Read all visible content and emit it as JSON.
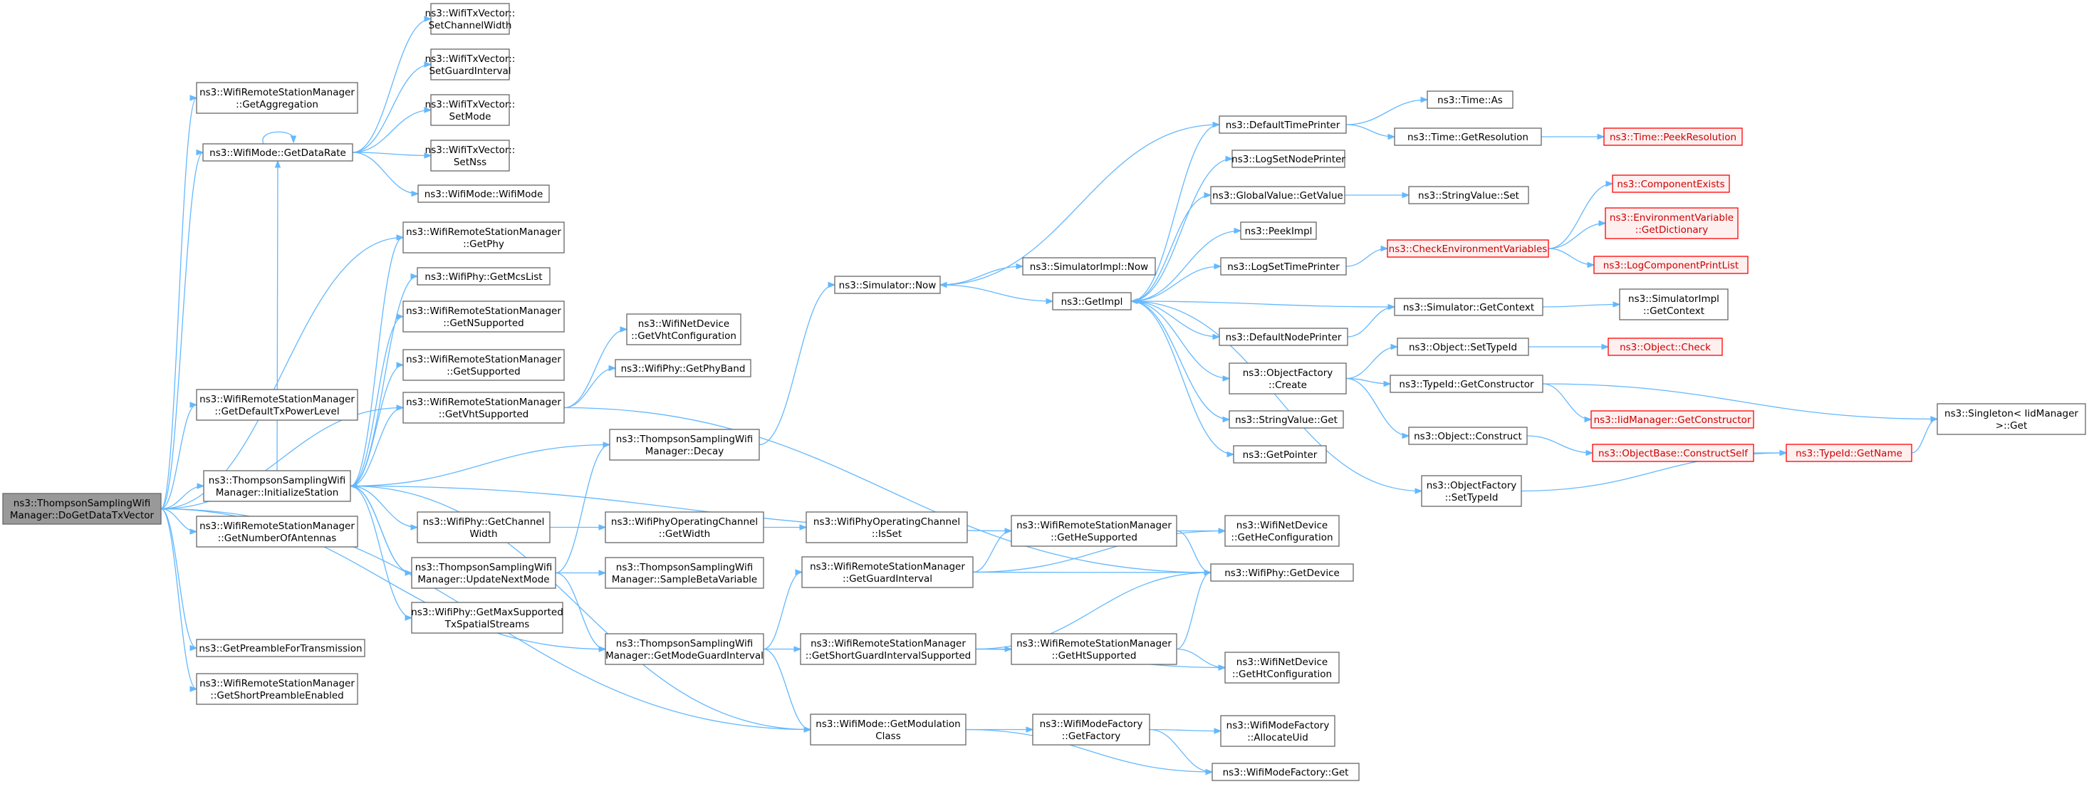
{
  "graph": {
    "colors": {
      "edge": "#63b8ff",
      "root_fill": "#999999",
      "red_border": "#ff0000",
      "node_border": "#666666"
    },
    "nodes": [
      {
        "id": "root",
        "lines": [
          "ns3::ThompsonSamplingWifi",
          "Manager::DoGetDataTxVector"
        ],
        "style": "root"
      },
      {
        "id": "getAggregation",
        "lines": [
          "ns3::WifiRemoteStationManager",
          "::GetAggregation"
        ]
      },
      {
        "id": "getDataRate",
        "lines": [
          "ns3::WifiMode::GetDataRate"
        ]
      },
      {
        "id": "setChannelWidth",
        "lines": [
          "ns3::WifiTxVector::",
          "SetChannelWidth"
        ]
      },
      {
        "id": "setGuardInterval",
        "lines": [
          "ns3::WifiTxVector::",
          "SetGuardInterval"
        ]
      },
      {
        "id": "setMode",
        "lines": [
          "ns3::WifiTxVector::",
          "SetMode"
        ]
      },
      {
        "id": "setNss",
        "lines": [
          "ns3::WifiTxVector::",
          "SetNss"
        ]
      },
      {
        "id": "wifiMode",
        "lines": [
          "ns3::WifiMode::WifiMode"
        ]
      },
      {
        "id": "getPhy",
        "lines": [
          "ns3::WifiRemoteStationManager",
          "::GetPhy"
        ]
      },
      {
        "id": "getMcsList",
        "lines": [
          "ns3::WifiPhy::GetMcsList"
        ]
      },
      {
        "id": "getNSupported",
        "lines": [
          "ns3::WifiRemoteStationManager",
          "::GetNSupported"
        ]
      },
      {
        "id": "getSupported",
        "lines": [
          "ns3::WifiRemoteStationManager",
          "::GetSupported"
        ]
      },
      {
        "id": "getVhtSupported",
        "lines": [
          "ns3::WifiRemoteStationManager",
          "::GetVhtSupported"
        ]
      },
      {
        "id": "getDefaultTxPowerLevel",
        "lines": [
          "ns3::WifiRemoteStationManager",
          "::GetDefaultTxPowerLevel"
        ]
      },
      {
        "id": "initializeStation",
        "lines": [
          "ns3::ThompsonSamplingWifi",
          "Manager::InitializeStation"
        ]
      },
      {
        "id": "getNumberOfAntennas",
        "lines": [
          "ns3::WifiRemoteStationManager",
          "::GetNumberOfAntennas"
        ]
      },
      {
        "id": "getPreamble",
        "lines": [
          "ns3::GetPreambleForTransmission"
        ]
      },
      {
        "id": "getShortPreamble",
        "lines": [
          "ns3::WifiRemoteStationManager",
          "::GetShortPreambleEnabled"
        ]
      },
      {
        "id": "getChannelWidth",
        "lines": [
          "ns3::WifiPhy::GetChannel",
          "Width"
        ]
      },
      {
        "id": "updateNextMode",
        "lines": [
          "ns3::ThompsonSamplingWifi",
          "Manager::UpdateNextMode"
        ]
      },
      {
        "id": "getMaxSupported",
        "lines": [
          "ns3::WifiPhy::GetMaxSupported",
          "TxSpatialStreams"
        ]
      },
      {
        "id": "getVhtConfig",
        "lines": [
          "ns3::WifiNetDevice",
          "::GetVhtConfiguration"
        ]
      },
      {
        "id": "getPhyBand",
        "lines": [
          "ns3::WifiPhy::GetPhyBand"
        ]
      },
      {
        "id": "decay",
        "lines": [
          "ns3::ThompsonSamplingWifi",
          "Manager::Decay"
        ]
      },
      {
        "id": "opGetWidth",
        "lines": [
          "ns3::WifiPhyOperatingChannel",
          "::GetWidth"
        ]
      },
      {
        "id": "sampleBeta",
        "lines": [
          "ns3::ThompsonSamplingWifi",
          "Manager::SampleBetaVariable"
        ]
      },
      {
        "id": "getModeGuardInterval",
        "lines": [
          "ns3::ThompsonSamplingWifi",
          "Manager::GetModeGuardInterval"
        ]
      },
      {
        "id": "simNow",
        "lines": [
          "ns3::Simulator::Now"
        ]
      },
      {
        "id": "simImplNow",
        "lines": [
          "ns3::SimulatorImpl::Now"
        ]
      },
      {
        "id": "opIsSet",
        "lines": [
          "ns3::WifiPhyOperatingChannel",
          "::IsSet"
        ]
      },
      {
        "id": "getGuardInterval",
        "lines": [
          "ns3::WifiRemoteStationManager",
          "::GetGuardInterval"
        ]
      },
      {
        "id": "getShortGISupported",
        "lines": [
          "ns3::WifiRemoteStationManager",
          "::GetShortGuardIntervalSupported"
        ]
      },
      {
        "id": "getModulationClass",
        "lines": [
          "ns3::WifiMode::GetModulation",
          "Class"
        ]
      },
      {
        "id": "getHeSupported",
        "lines": [
          "ns3::WifiRemoteStationManager",
          "::GetHeSupported"
        ]
      },
      {
        "id": "getHtSupported",
        "lines": [
          "ns3::WifiRemoteStationManager",
          "::GetHtSupported"
        ]
      },
      {
        "id": "getFactory",
        "lines": [
          "ns3::WifiModeFactory",
          "::GetFactory"
        ]
      },
      {
        "id": "getImpl",
        "lines": [
          "ns3::GetImpl"
        ]
      },
      {
        "id": "defaultTimePrinter",
        "lines": [
          "ns3::DefaultTimePrinter"
        ]
      },
      {
        "id": "logSetNodePrinter",
        "lines": [
          "ns3::LogSetNodePrinter"
        ]
      },
      {
        "id": "globalValueGet",
        "lines": [
          "ns3::GlobalValue::GetValue"
        ]
      },
      {
        "id": "peekImpl",
        "lines": [
          "ns3::PeekImpl"
        ]
      },
      {
        "id": "logSetTimePrinter",
        "lines": [
          "ns3::LogSetTimePrinter"
        ]
      },
      {
        "id": "defaultNodePrinter",
        "lines": [
          "ns3::DefaultNodePrinter"
        ]
      },
      {
        "id": "objFactoryCreate",
        "lines": [
          "ns3::ObjectFactory",
          "::Create"
        ]
      },
      {
        "id": "stringValueGet",
        "lines": [
          "ns3::StringValue::Get"
        ]
      },
      {
        "id": "getPointer",
        "lines": [
          "ns3::GetPointer"
        ]
      },
      {
        "id": "objFactorySetTypeId",
        "lines": [
          "ns3::ObjectFactory",
          "::SetTypeId"
        ]
      },
      {
        "id": "getHeConfig",
        "lines": [
          "ns3::WifiNetDevice",
          "::GetHeConfiguration"
        ]
      },
      {
        "id": "getDevice",
        "lines": [
          "ns3::WifiPhy::GetDevice"
        ]
      },
      {
        "id": "getHtConfig",
        "lines": [
          "ns3::WifiNetDevice",
          "::GetHtConfiguration"
        ]
      },
      {
        "id": "allocateUid",
        "lines": [
          "ns3::WifiModeFactory",
          "::AllocateUid"
        ]
      },
      {
        "id": "wmfGet",
        "lines": [
          "ns3::WifiModeFactory::Get"
        ]
      },
      {
        "id": "timeAs",
        "lines": [
          "ns3::Time::As"
        ]
      },
      {
        "id": "timeGetRes",
        "lines": [
          "ns3::Time::GetResolution"
        ]
      },
      {
        "id": "stringValueSet",
        "lines": [
          "ns3::StringValue::Set"
        ]
      },
      {
        "id": "checkEnvVars",
        "lines": [
          "ns3::CheckEnvironmentVariables"
        ],
        "style": "red"
      },
      {
        "id": "simGetContext",
        "lines": [
          "ns3::Simulator::GetContext"
        ]
      },
      {
        "id": "objSetTypeId",
        "lines": [
          "ns3::Object::SetTypeId"
        ]
      },
      {
        "id": "typeIdGetCtor",
        "lines": [
          "ns3::TypeId::GetConstructor"
        ]
      },
      {
        "id": "objConstruct",
        "lines": [
          "ns3::Object::Construct"
        ]
      },
      {
        "id": "timePeekRes",
        "lines": [
          "ns3::Time::PeekResolution"
        ],
        "style": "red"
      },
      {
        "id": "componentExists",
        "lines": [
          "ns3::ComponentExists"
        ],
        "style": "red"
      },
      {
        "id": "envGetDict",
        "lines": [
          "ns3::EnvironmentVariable",
          "::GetDictionary"
        ],
        "style": "red"
      },
      {
        "id": "logCompPrintList",
        "lines": [
          "ns3::LogComponentPrintList"
        ],
        "style": "red"
      },
      {
        "id": "simImplGetContext",
        "lines": [
          "ns3::SimulatorImpl",
          "::GetContext"
        ]
      },
      {
        "id": "objCheck",
        "lines": [
          "ns3::Object::Check"
        ],
        "style": "red"
      },
      {
        "id": "iidGetCtor",
        "lines": [
          "ns3::IidManager::GetConstructor"
        ],
        "style": "red"
      },
      {
        "id": "objBaseConstructSelf",
        "lines": [
          "ns3::ObjectBase::ConstructSelf"
        ],
        "style": "red"
      },
      {
        "id": "typeIdGetName",
        "lines": [
          "ns3::TypeId::GetName"
        ],
        "style": "red"
      },
      {
        "id": "singletonGet",
        "lines": [
          "ns3::Singleton< IidManager",
          ">::Get"
        ]
      }
    ]
  }
}
